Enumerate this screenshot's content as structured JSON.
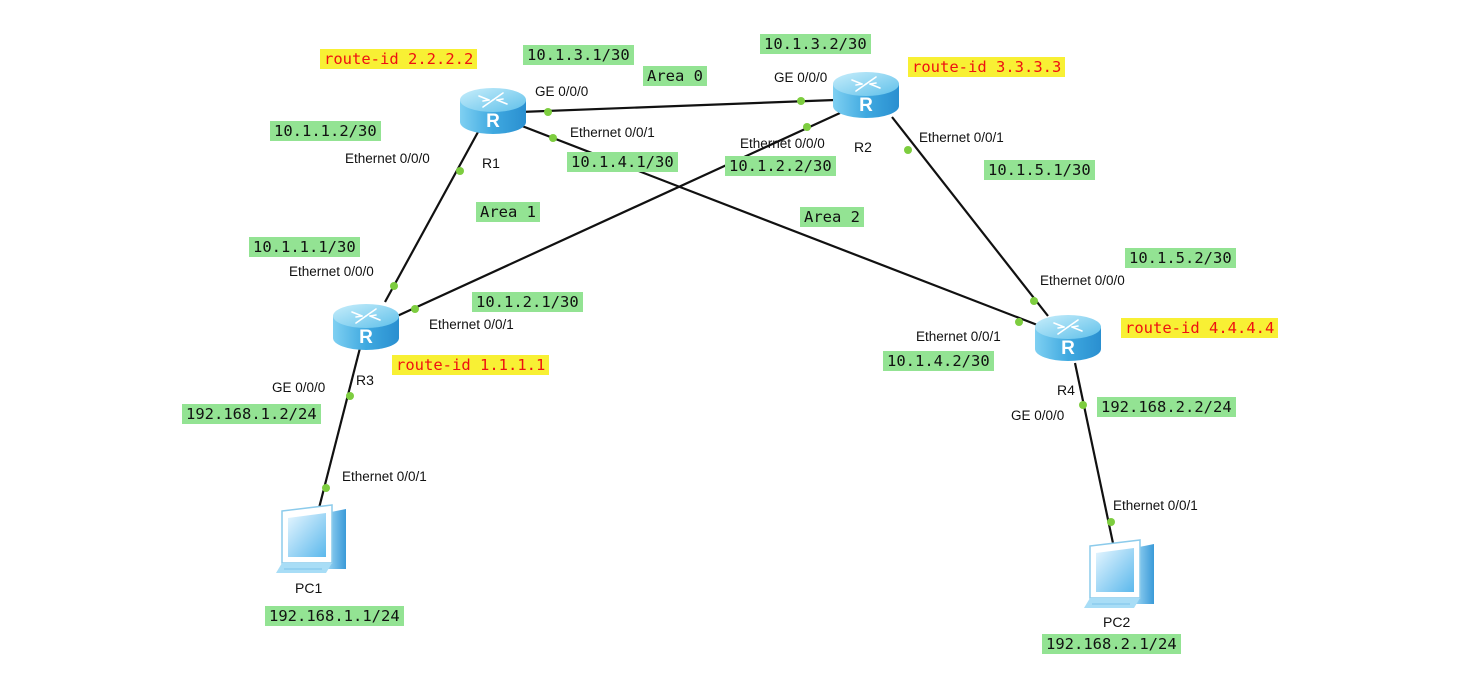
{
  "colors": {
    "ip_label_bg": "#93e393",
    "route_id_bg": "#f8f034",
    "route_id_text": "#ee1111",
    "link": "#111111",
    "port_dot": "#7dcd3f",
    "router_body": "#5fc0ea"
  },
  "devices": {
    "r1": {
      "name": "R1",
      "icon": "router-icon"
    },
    "r2": {
      "name": "R2",
      "icon": "router-icon"
    },
    "r3": {
      "name": "R3",
      "icon": "router-icon"
    },
    "r4": {
      "name": "R4",
      "icon": "router-icon"
    },
    "pc1": {
      "name": "PC1",
      "icon": "pc-icon"
    },
    "pc2": {
      "name": "PC2",
      "icon": "pc-icon"
    }
  },
  "route_ids": {
    "r1": "route-id 2.2.2.2",
    "r2": "route-id 3.3.3.3",
    "r3": "route-id 1.1.1.1",
    "r4": "route-id 4.4.4.4"
  },
  "areas": {
    "area0": "Area 0",
    "area1": "Area 1",
    "area2": "Area 2"
  },
  "interfaces": {
    "r1_ge000": "GE 0/0/0",
    "r1_eth001": "Ethernet 0/0/1",
    "r1_eth000": "Ethernet 0/0/0",
    "r2_ge000": "GE 0/0/0",
    "r2_eth000": "Ethernet 0/0/0",
    "r2_eth001": "Ethernet 0/0/1",
    "r3_eth000": "Ethernet 0/0/0",
    "r3_eth001": "Ethernet 0/0/1",
    "r3_ge000": "GE 0/0/0",
    "r4_eth000": "Ethernet 0/0/0",
    "r4_eth001": "Ethernet 0/0/1",
    "r4_ge000": "GE 0/0/0",
    "pc1_eth001": "Ethernet 0/0/1",
    "pc2_eth001": "Ethernet 0/0/1"
  },
  "addresses": {
    "r1_r2_r1": "10.1.3.1/30",
    "r1_r2_r2": "10.1.3.2/30",
    "r1_r3_r1": "10.1.1.2/30",
    "r1_r3_r3": "10.1.1.1/30",
    "r1_r4_r1": "10.1.4.1/30",
    "r1_r4_r4": "10.1.4.2/30",
    "r2_r3_r2": "10.1.2.2/30",
    "r2_r3_r3": "10.1.2.1/30",
    "r2_r4_r2": "10.1.5.1/30",
    "r2_r4_r4": "10.1.5.2/30",
    "r3_pc1_r3": "192.168.1.2/24",
    "pc1": "192.168.1.1/24",
    "r4_pc2_r4": "192.168.2.2/24",
    "pc2": "192.168.2.1/24"
  }
}
